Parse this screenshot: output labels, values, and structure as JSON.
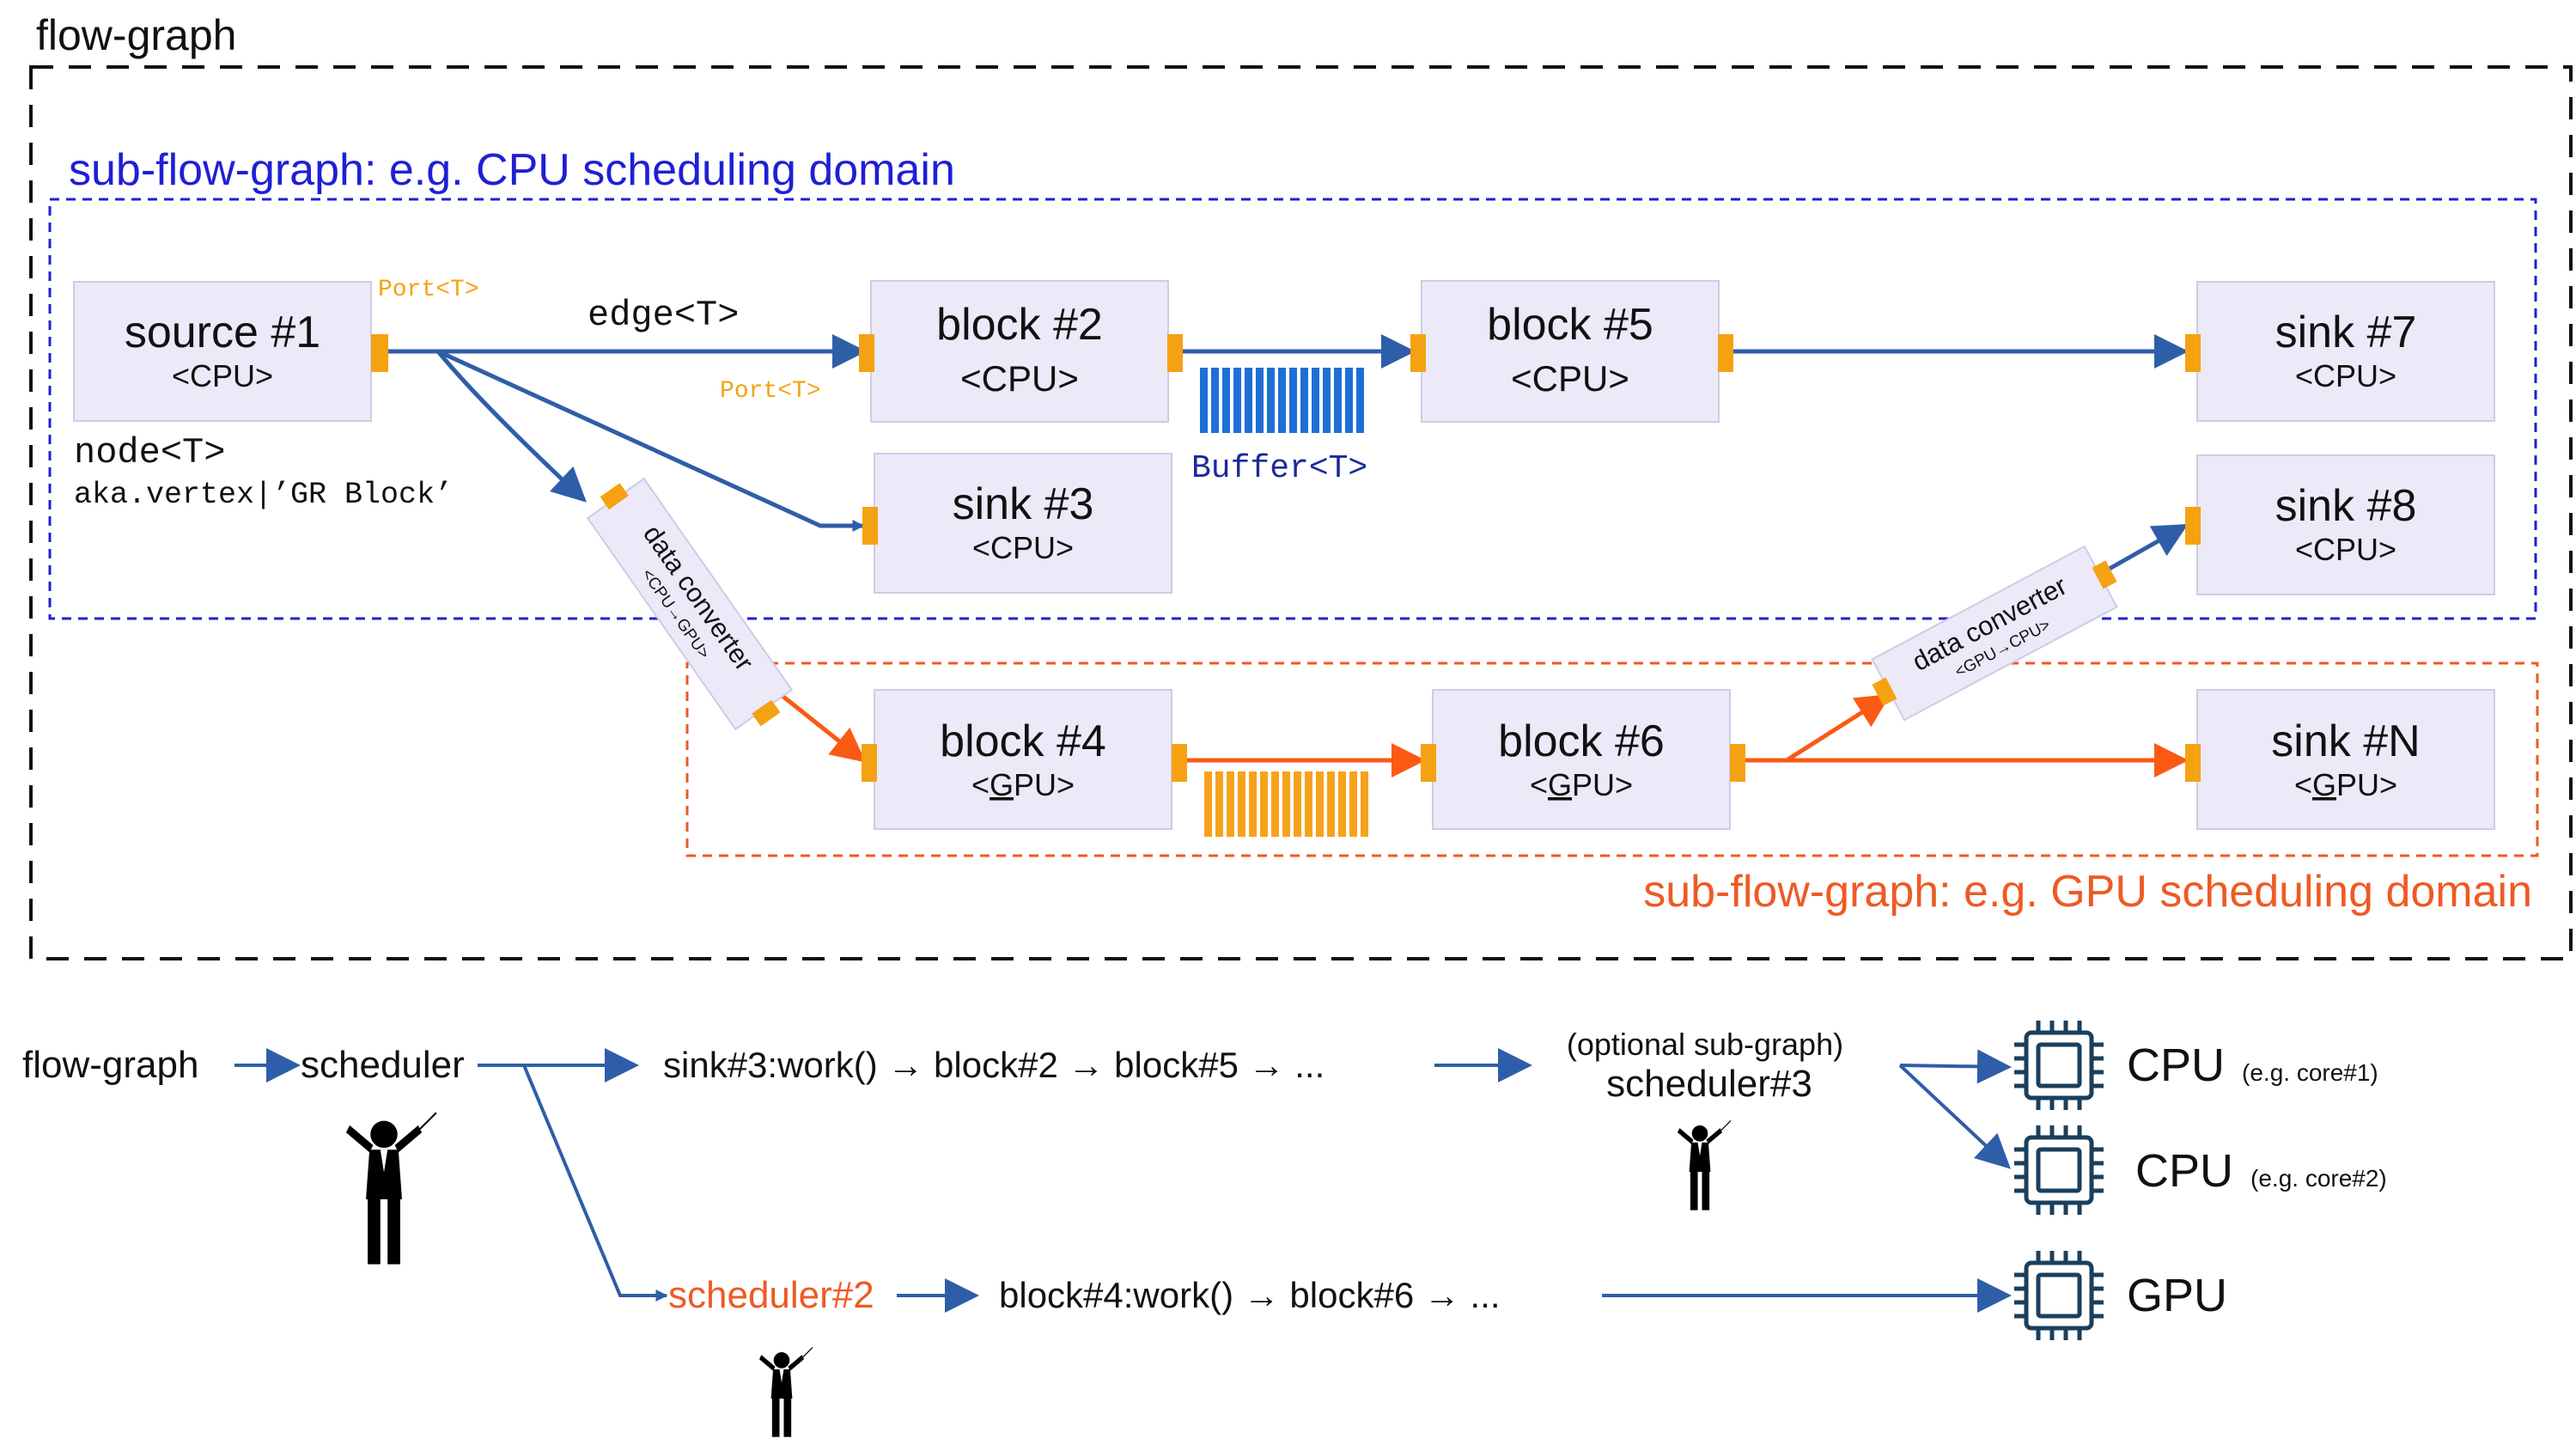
{
  "colors": {
    "blue": "#2f5ea8",
    "orange": "#fa5a14",
    "port": "#f5a212",
    "buffer_blue": "#1d6fd6",
    "buffer_orange": "#f7a21c",
    "cpu_domain": "#1f1fd6",
    "gpu_domain": "#ee5a24",
    "block_fill": "#ece9f9"
  },
  "labels": {
    "flow_graph": "flow-graph",
    "cpu_domain": "sub-flow-graph: e.g. CPU scheduling domain",
    "gpu_domain": "sub-flow-graph: e.g. GPU scheduling domain",
    "port_t_1": "Port<T>",
    "port_t_2": "Port<T>",
    "edge_t": "edge<T>",
    "buffer_t": "Buffer<T>",
    "node_t": "node<T>",
    "aka": "aka.vertex|’GR Block’"
  },
  "blocks": {
    "source1": {
      "name": "source #1",
      "type": "<CPU>"
    },
    "block2": {
      "name": "block #2",
      "type": "<CPU>"
    },
    "block5": {
      "name": "block #5",
      "type": "<CPU>"
    },
    "sink7": {
      "name": "sink #7",
      "type": "<CPU>"
    },
    "sink3": {
      "name": "sink #3",
      "type": "<CPU>"
    },
    "sink8": {
      "name": "sink #8",
      "type": "<CPU>"
    },
    "block4": {
      "name": "block #4",
      "type_pre": "<",
      "type_u": "G",
      "type_post": "PU>"
    },
    "block6": {
      "name": "block #6",
      "type_pre": "<",
      "type_u": "G",
      "type_post": "PU>"
    },
    "sinkN": {
      "name": "sink #N",
      "type_pre": "<",
      "type_u": "G",
      "type_post": "PU>"
    }
  },
  "converters": {
    "cpu_to_gpu": {
      "label": "data converter",
      "sub": "<CPU→GPU>"
    },
    "gpu_to_cpu": {
      "label": "data converter",
      "sub": "<GPU→CPU>"
    }
  },
  "schedule": {
    "flow_graph": "flow-graph",
    "scheduler": "scheduler",
    "chain1": "sink#3:work() → block#2 → block#5 → ...",
    "optional": "(optional sub-graph)",
    "scheduler3": "scheduler#3",
    "scheduler2": "scheduler#2",
    "chain2": "block#4:work() → block#6 → ...",
    "cpu1": "CPU",
    "cpu1_note": "(e.g. core#1)",
    "cpu2": "CPU",
    "cpu2_note": "(e.g. core#2)",
    "gpu": "GPU"
  },
  "icons": [
    "conductor-icon",
    "chip-icon"
  ]
}
